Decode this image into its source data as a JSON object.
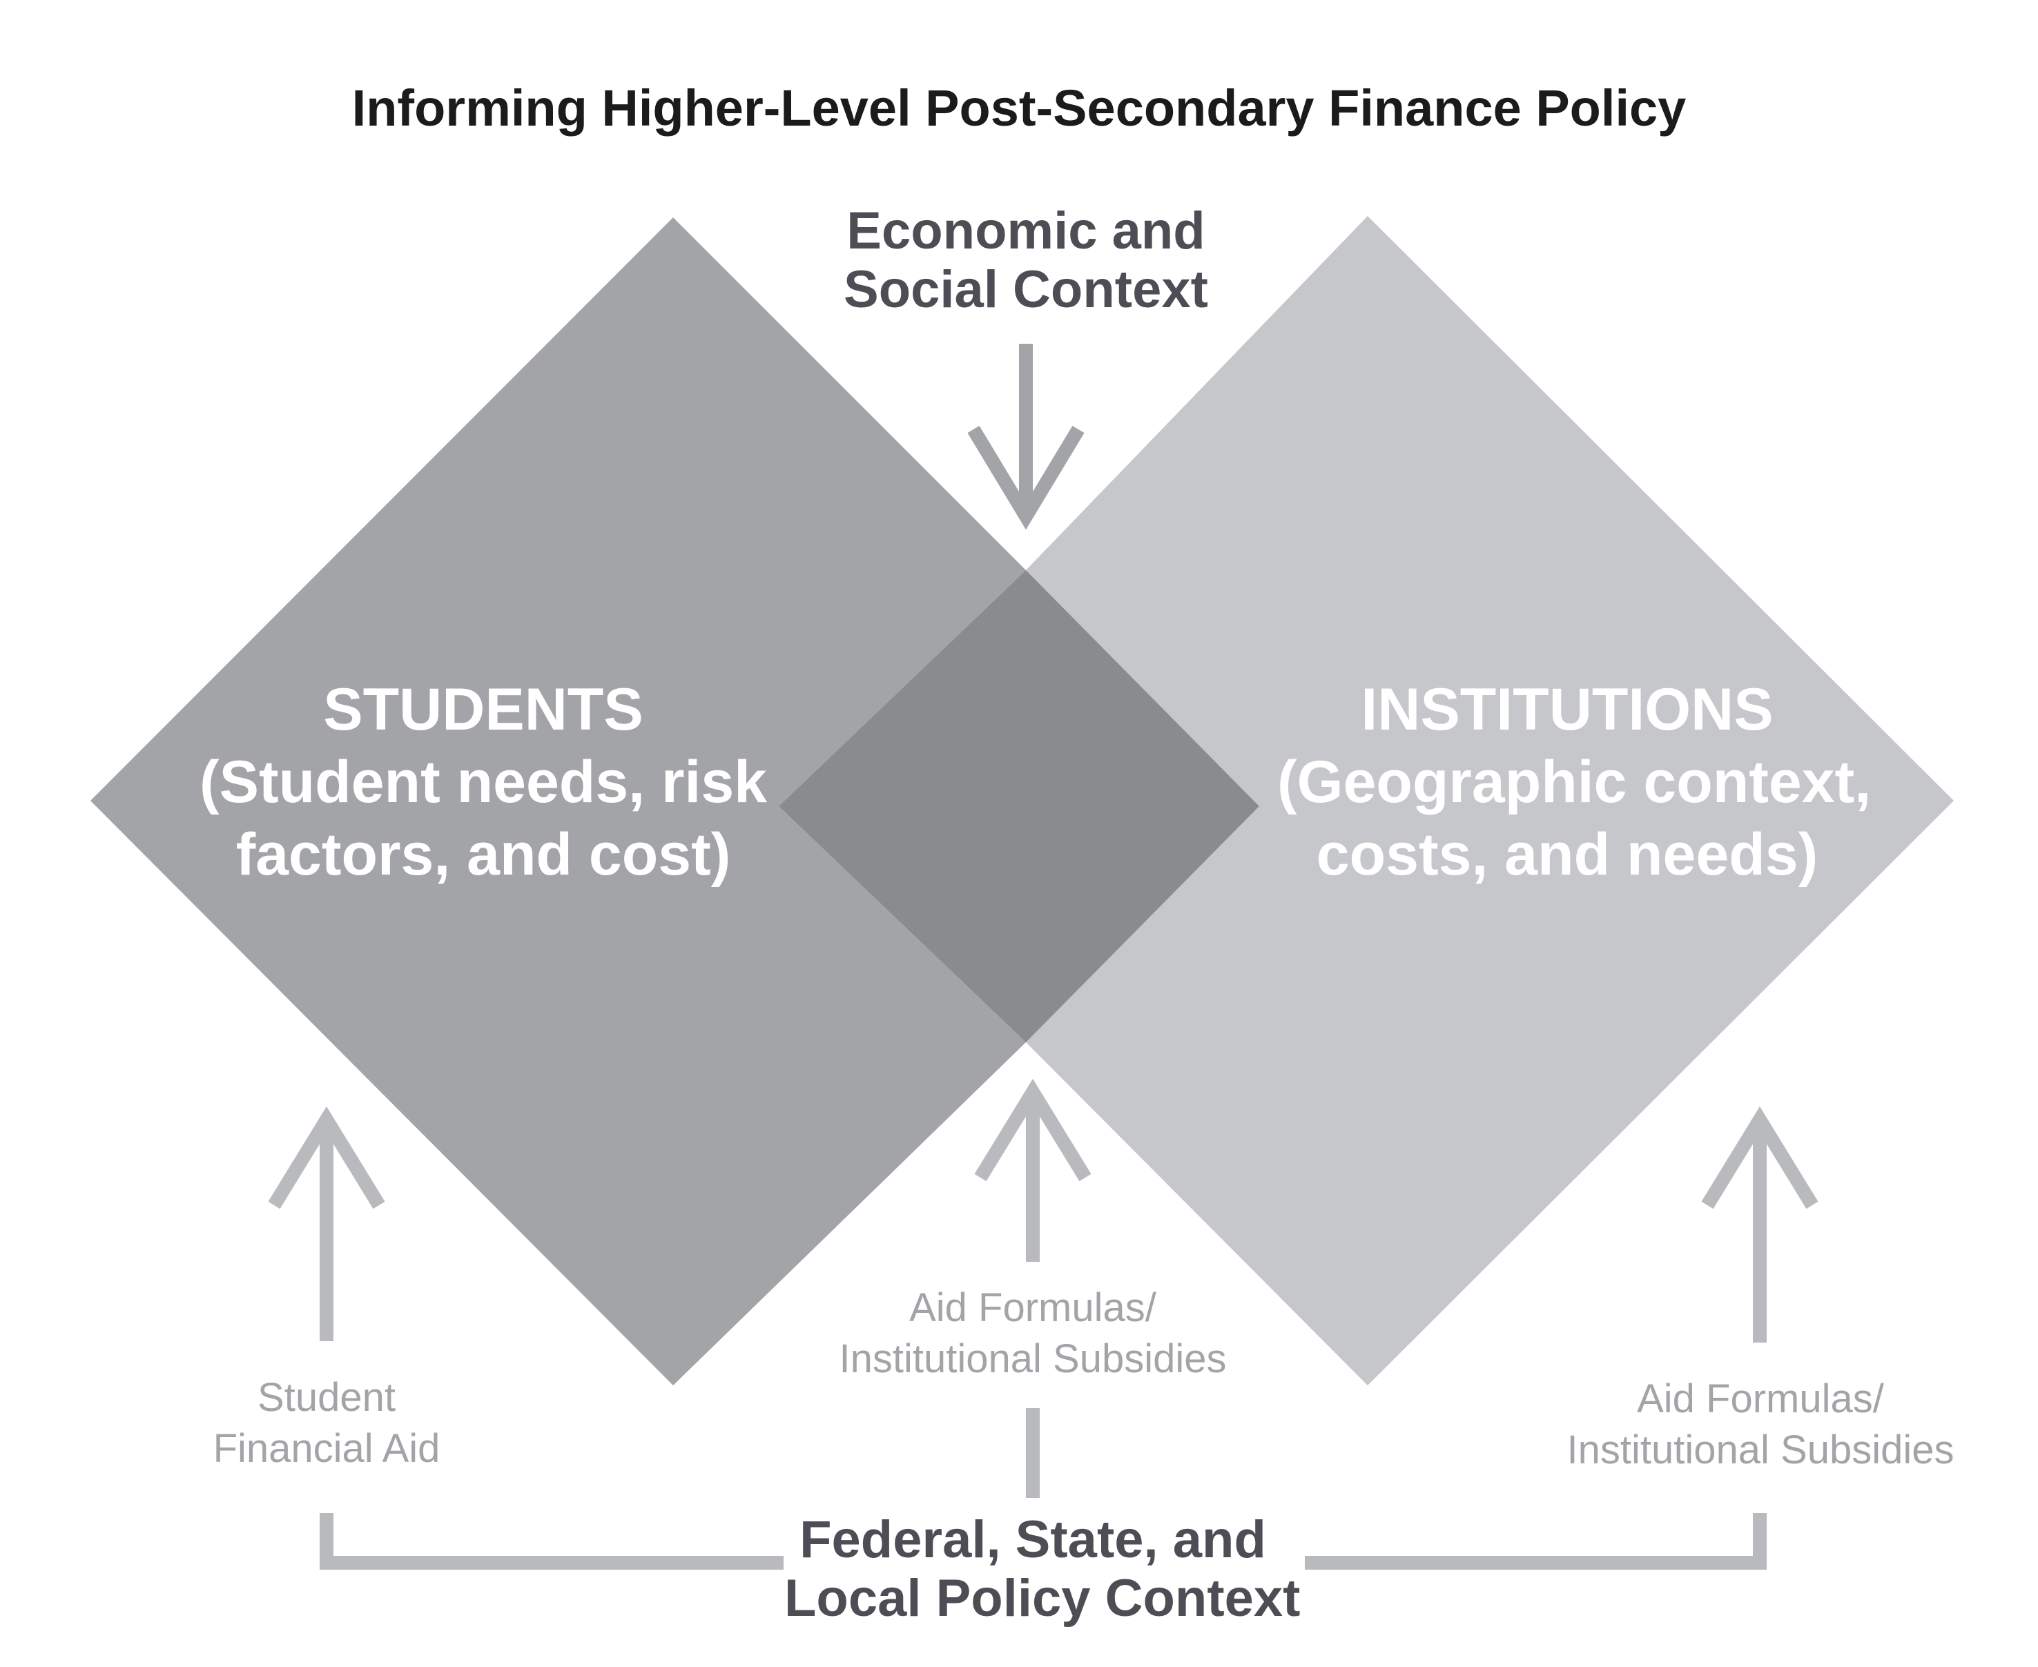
{
  "title": "Informing Higher-Level Post-Secondary Finance Policy",
  "top_context": {
    "line1": "Economic and",
    "line2": "Social Context"
  },
  "students": {
    "heading": "STUDENTS",
    "line1": "(Student needs, risk",
    "line2": "factors, and cost)"
  },
  "institutions": {
    "heading": "INSTITUTIONS",
    "line1": "(Geographic context,",
    "line2": "costs, and needs)"
  },
  "left_label": {
    "line1": "Student",
    "line2": "Financial Aid"
  },
  "center_label": {
    "line1": "Aid Formulas/",
    "line2": "Institutional Subsidies"
  },
  "right_label": {
    "line1": "Aid Formulas/",
    "line2": "Institutional Subsidies"
  },
  "bottom_context": {
    "line1": "Federal, State, and",
    "line2": "Local Policy Context"
  },
  "colors": {
    "students_diamond": "#a3a4a7",
    "institutions_diamond": "#c6c7ca",
    "overlap": "#8a8b8f",
    "arrow_dark": "#a3a4a7",
    "arrow_light": "#b9babd",
    "text_dark": "#4d4d55"
  }
}
